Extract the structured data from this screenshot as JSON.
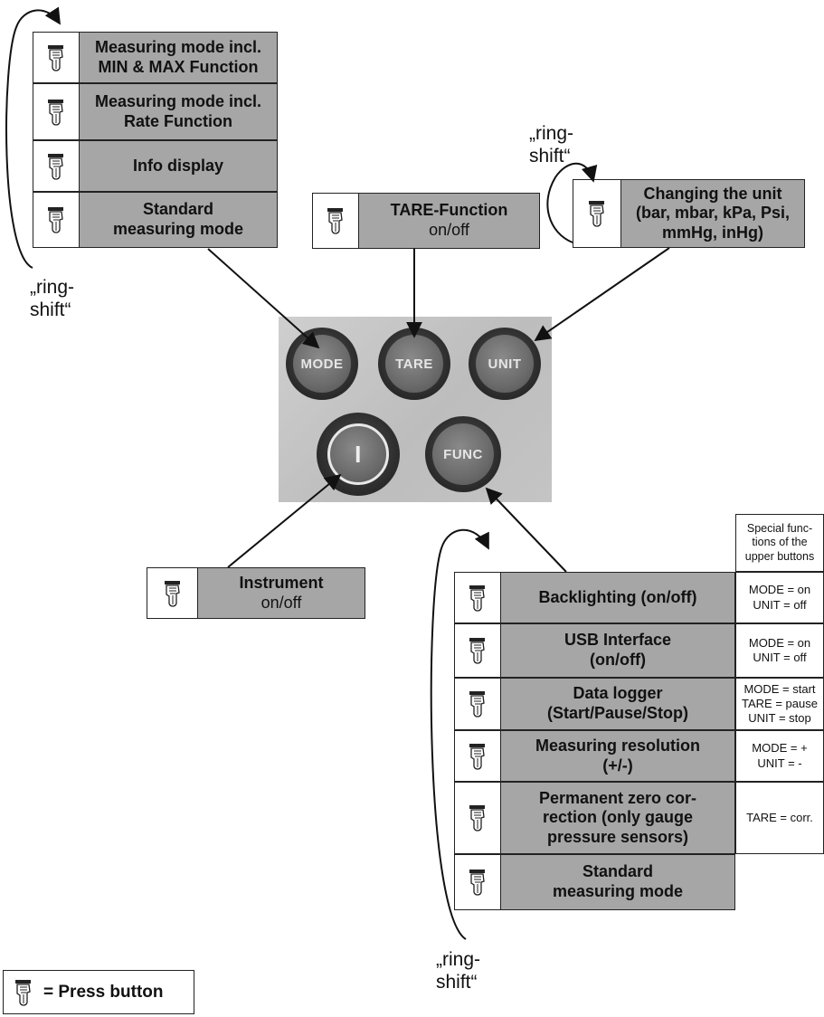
{
  "hand_icon": "pointing-hand-icon",
  "mode_menu": {
    "items": [
      {
        "label_line1": "Measuring mode incl.",
        "label_line2": "MIN & MAX Function"
      },
      {
        "label_line1": "Measuring mode incl.",
        "label_line2": "Rate Function"
      },
      {
        "label_line1": "Info display",
        "label_line2": ""
      },
      {
        "label_line1": "Standard",
        "label_line2": "measuring mode"
      }
    ],
    "ring_line1": "„ring-",
    "ring_line2": "shift“"
  },
  "tare_box": {
    "line1": "TARE-Function",
    "line2": "on/off"
  },
  "unit_box": {
    "line1": "Changing the unit",
    "line2": "(bar, mbar, kPa, Psi,",
    "line3": "mmHg, inHg)",
    "ring_line1": "„ring-",
    "ring_line2": "shift“"
  },
  "keypad": {
    "mode": "MODE",
    "tare": "TARE",
    "unit": "UNIT",
    "power": "I",
    "func": "FUNC"
  },
  "instrument_box": {
    "line1": "Instrument",
    "line2": "on/off"
  },
  "func_menu": {
    "header": {
      "line1": "Special func-",
      "line2": "tions of the",
      "line3": "upper buttons"
    },
    "items": [
      {
        "line1": "Backlighting (on/off)",
        "line2": "",
        "line3": "",
        "side1": "MODE = on",
        "side2": "UNIT = off",
        "side3": ""
      },
      {
        "line1": "USB Interface",
        "line2": "(on/off)",
        "line3": "",
        "side1": "MODE = on",
        "side2": "UNIT = off",
        "side3": ""
      },
      {
        "line1": "Data logger",
        "line2": "(Start/Pause/Stop)",
        "line3": "",
        "side1": "MODE = start",
        "side2": "TARE = pause",
        "side3": "UNIT = stop"
      },
      {
        "line1": "Measuring resolution",
        "line2": "(+/-)",
        "line3": "",
        "side1": "MODE = +",
        "side2": "UNIT = -",
        "side3": ""
      },
      {
        "line1": "Permanent zero cor-",
        "line2": "rection (only gauge",
        "line3": "pressure sensors)",
        "side1": "TARE = corr.",
        "side2": "",
        "side3": ""
      },
      {
        "line1": "Standard",
        "line2": "measuring mode",
        "line3": "",
        "side1": "",
        "side2": "",
        "side3": ""
      }
    ],
    "ring_line1": "„ring-",
    "ring_line2": "shift“"
  },
  "legend": {
    "label": "= Press button"
  }
}
